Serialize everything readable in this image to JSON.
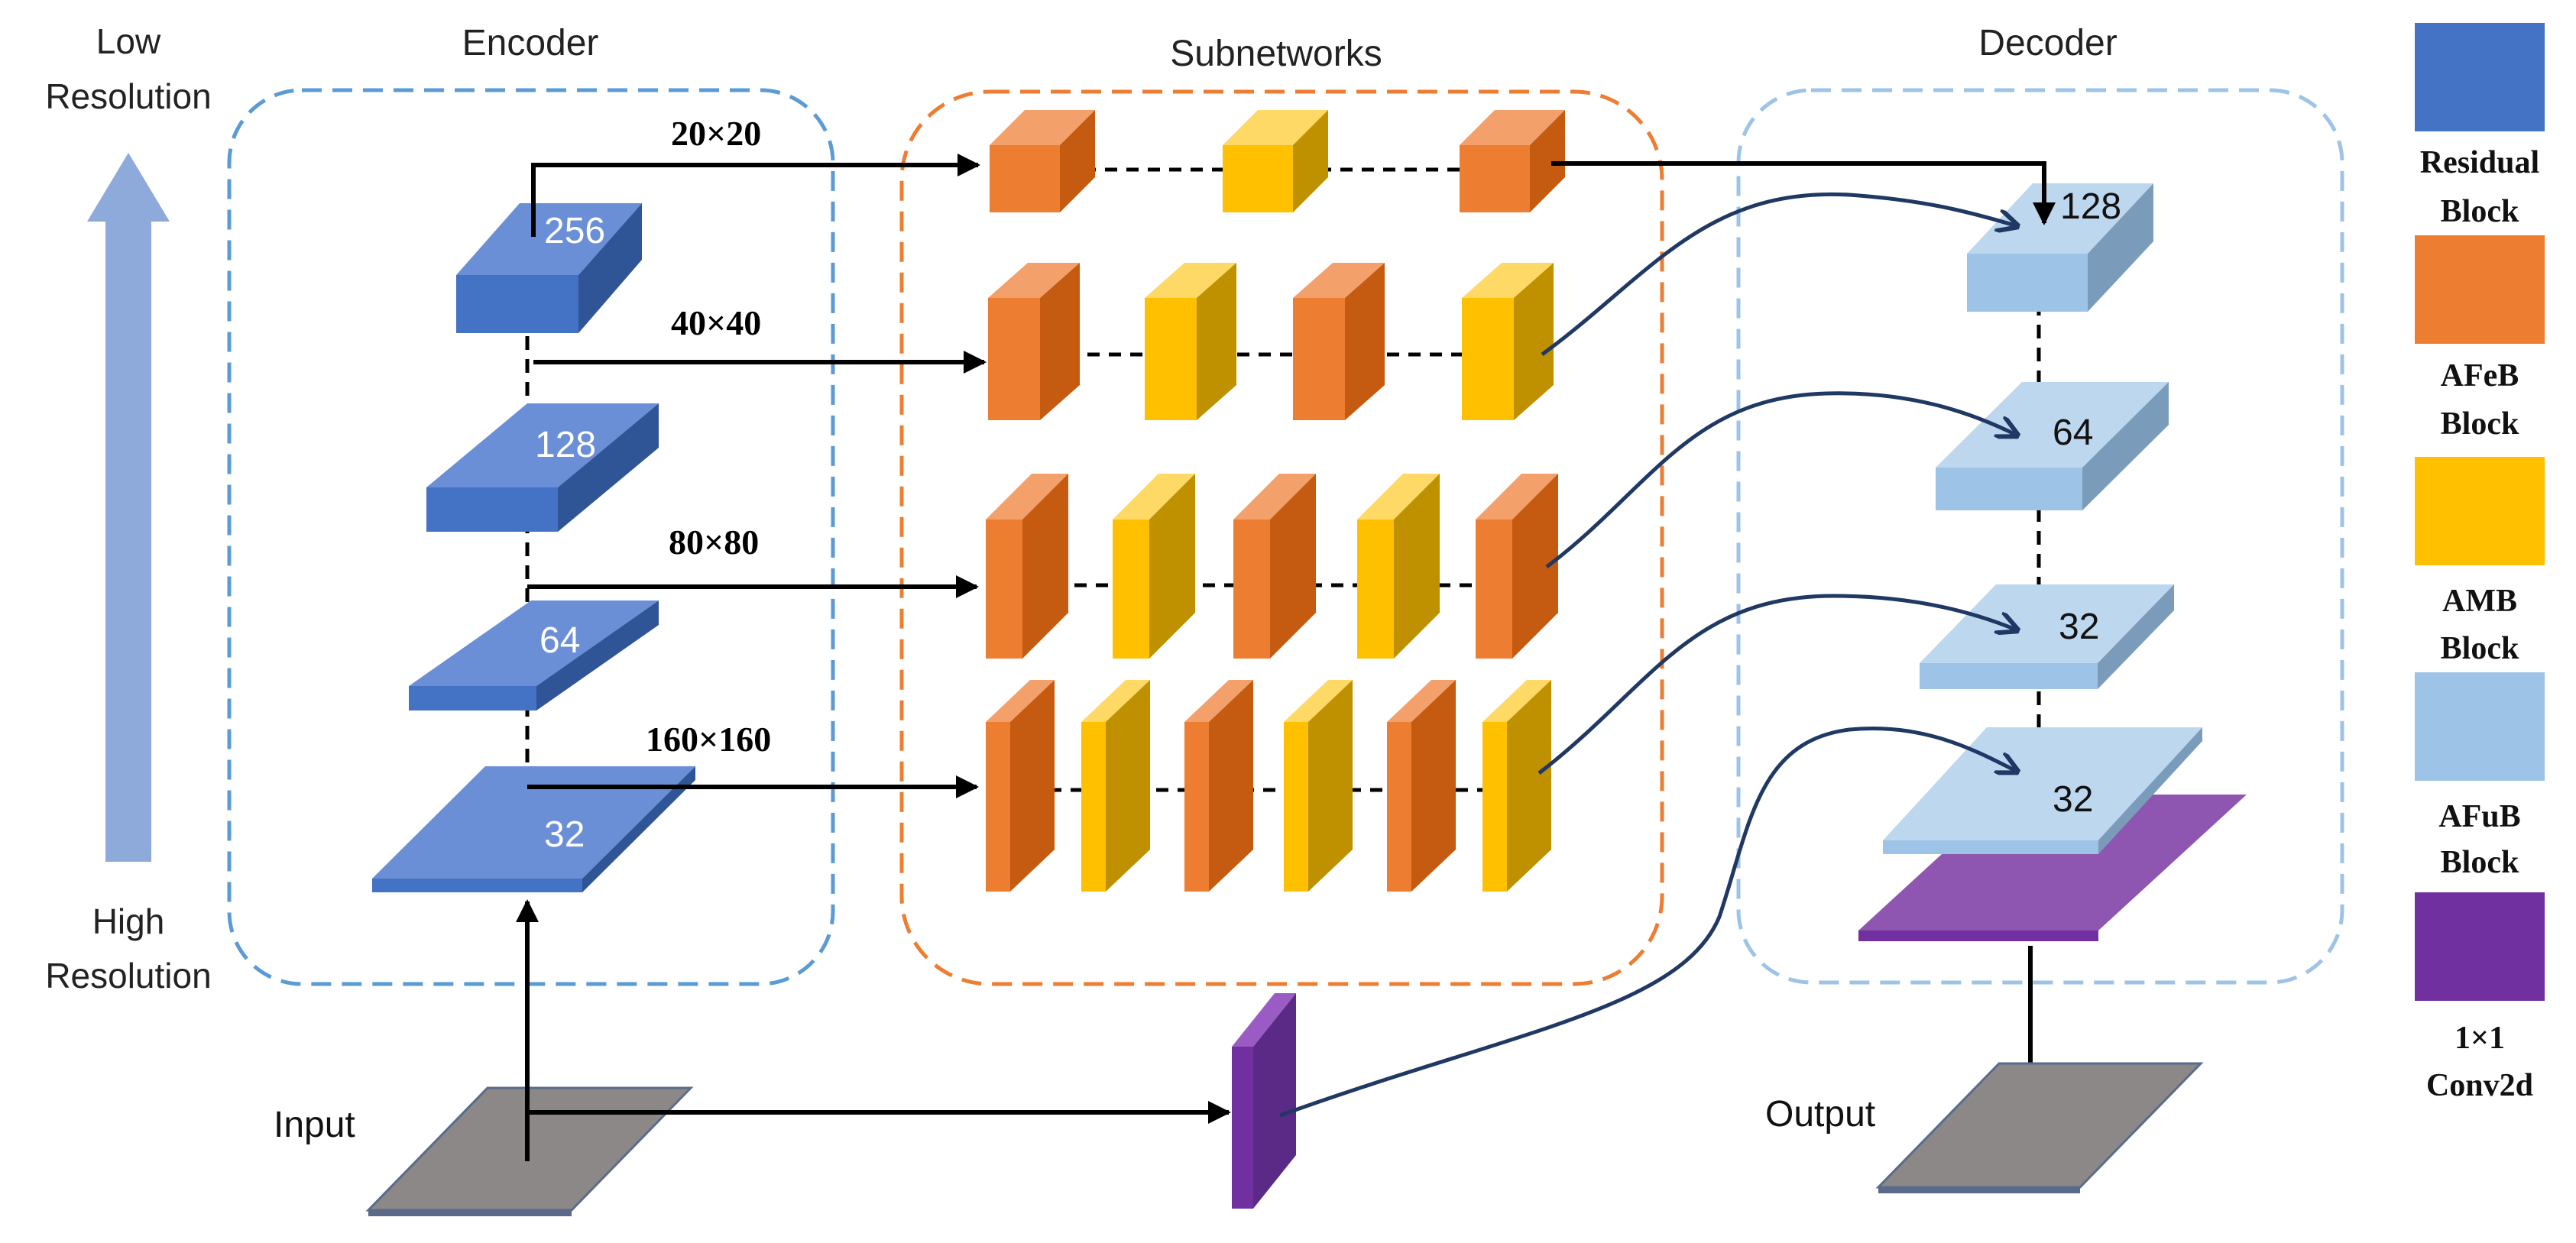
{
  "resolution_arrow": {
    "top_label_line1": "Low",
    "top_label_line2": "Resolution",
    "bottom_label_line1": "High",
    "bottom_label_line2": "Resolution"
  },
  "sections": {
    "encoder": "Encoder",
    "subnetworks": "Subnetworks",
    "decoder": "Decoder"
  },
  "encoder_blocks": [
    "256",
    "128",
    "64",
    "32"
  ],
  "decoder_blocks": [
    "128",
    "64",
    "32",
    "32"
  ],
  "scale_labels": [
    "20×20",
    "40×40",
    "80×80",
    "160×160"
  ],
  "io": {
    "input": "Input",
    "output": "Output"
  },
  "legend": [
    {
      "line1": "Residual",
      "line2": "Block",
      "color": "#4472C4"
    },
    {
      "line1": "AFeB",
      "line2": "Block",
      "color": "#ED7D31"
    },
    {
      "line1": "AMB",
      "line2": "Block",
      "color": "#FFC000"
    },
    {
      "line1": "AFuB",
      "line2": "Block",
      "color": "#9DC3E6"
    },
    {
      "line1": "1×1",
      "line2": "Conv2d",
      "color": "#7030A0"
    }
  ],
  "subnetwork_rows": [
    [
      "AFeB",
      "AMB",
      "AFeB"
    ],
    [
      "AFeB",
      "AMB",
      "AFeB",
      "AMB"
    ],
    [
      "AFeB",
      "AMB",
      "AFeB",
      "AMB",
      "AFeB"
    ],
    [
      "AFeB",
      "AMB",
      "AFeB",
      "AMB",
      "AFeB",
      "AMB"
    ]
  ],
  "colors": {
    "residual": "#4472C4",
    "afeb": "#ED7D31",
    "amb": "#FFC000",
    "afub": "#9DC3E6",
    "conv": "#7030A0",
    "io_plane": "#8C8888",
    "encoder_border": "#5B9BD5",
    "subnet_border": "#ED7D31",
    "decoder_border": "#9DC3E6",
    "curve": "#1F3864",
    "resolution_arrow": "#8EAADB"
  }
}
